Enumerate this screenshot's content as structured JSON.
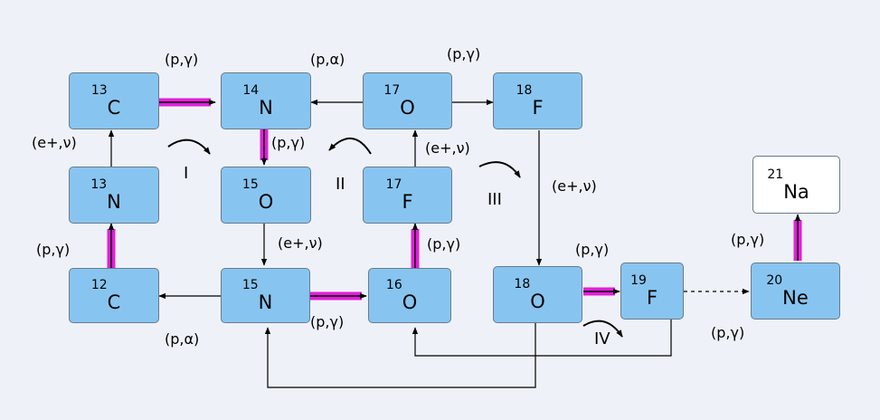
{
  "nodes": [
    {
      "id": "c13",
      "mass": "13",
      "element": "C"
    },
    {
      "id": "n14",
      "mass": "14",
      "element": "N"
    },
    {
      "id": "o17",
      "mass": "17",
      "element": "O"
    },
    {
      "id": "f18",
      "mass": "18",
      "element": "F"
    },
    {
      "id": "n13",
      "mass": "13",
      "element": "N"
    },
    {
      "id": "o15",
      "mass": "15",
      "element": "O"
    },
    {
      "id": "f17",
      "mass": "17",
      "element": "F"
    },
    {
      "id": "na21",
      "mass": "21",
      "element": "Na"
    },
    {
      "id": "c12",
      "mass": "12",
      "element": "C"
    },
    {
      "id": "n15",
      "mass": "15",
      "element": "N"
    },
    {
      "id": "o16",
      "mass": "16",
      "element": "O"
    },
    {
      "id": "o18",
      "mass": "18",
      "element": "O"
    },
    {
      "id": "f19",
      "mass": "19",
      "element": "F"
    },
    {
      "id": "ne20",
      "mass": "20",
      "element": "Ne"
    }
  ],
  "reactions": {
    "c13_n14": "(p,γ)",
    "o17_n14": "(p,α)",
    "o17_f18": "(p,γ)",
    "n13_c13": "(e+,ν)",
    "n14_o15": "(p,γ)",
    "f17_o17": "(e+,ν)",
    "f18_o18": "(e+,ν)",
    "c12_n13": "(p,γ)",
    "o15_n15": "(e+,ν)",
    "o16_f17": "(p,γ)",
    "ne20_na21": "(p,γ)",
    "o18_f19": "(p,γ)",
    "n15_c12": "(p,α)",
    "n15_o16": "(p,γ)",
    "f19_ne20": "(p,γ)"
  },
  "cycles": [
    "I",
    "II",
    "III",
    "IV"
  ],
  "colors": {
    "box": "#87c5f0",
    "box_plain": "#ffffff",
    "highlight": "#e020d8",
    "background": "#eef2f8"
  }
}
